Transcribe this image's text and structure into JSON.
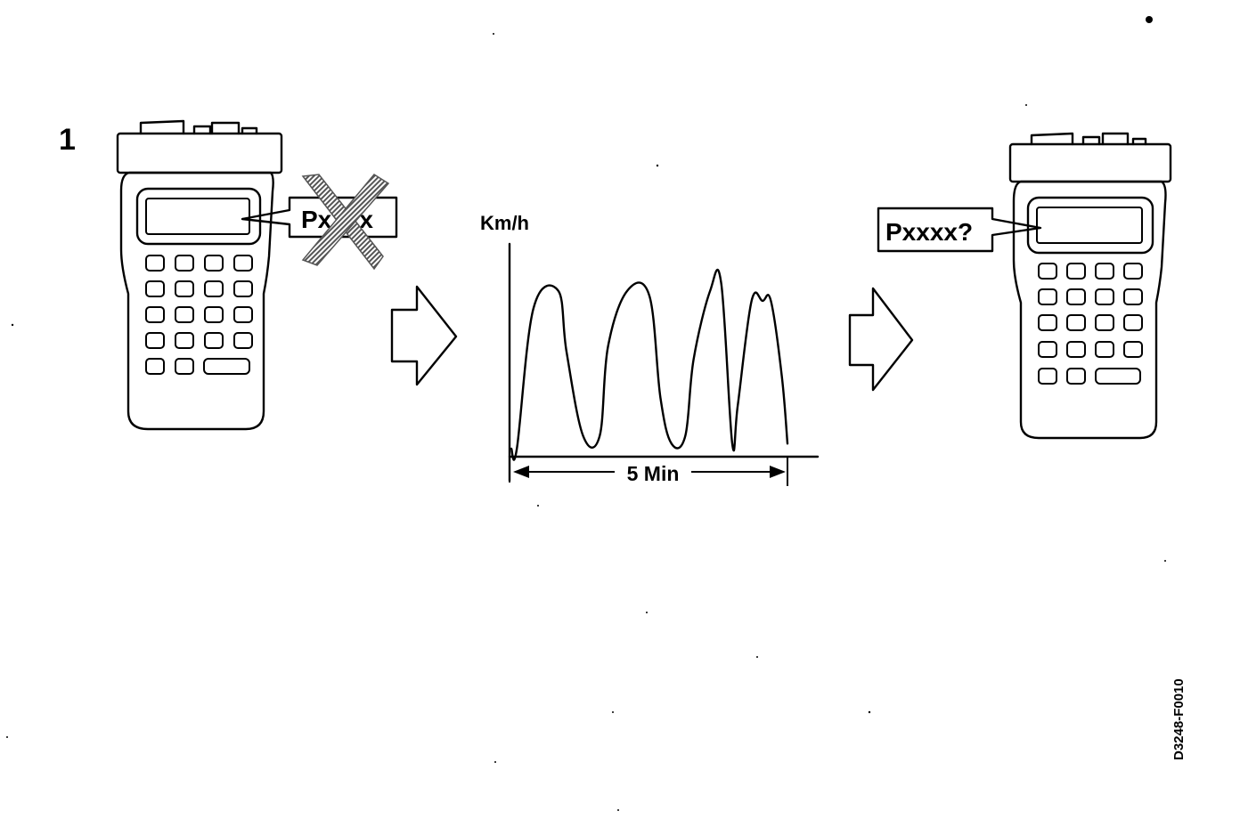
{
  "step_number": "1",
  "before": {
    "code": "Pxxxx",
    "status": "erased"
  },
  "after": {
    "code": "Pxxxx?"
  },
  "chart_data": {
    "type": "line",
    "title": "",
    "ylabel": "Km/h",
    "xlabel": "",
    "duration_label": "5 Min",
    "x": [
      0,
      0.02,
      0.08,
      0.17,
      0.2,
      0.26,
      0.32,
      0.35,
      0.42,
      0.5,
      0.54,
      0.58,
      0.63,
      0.66,
      0.72,
      0.76,
      0.8,
      0.82,
      0.87,
      0.91,
      0.94,
      0.98,
      1.0
    ],
    "values": [
      0,
      0,
      55,
      62,
      38,
      5,
      5,
      40,
      62,
      60,
      20,
      2,
      5,
      35,
      62,
      65,
      2,
      17,
      58,
      58,
      58,
      28,
      2
    ],
    "axes": {
      "y_axis": true,
      "x_axis": true,
      "tick_labels": false
    },
    "grid": false
  },
  "figure_code": "D3248-F0010",
  "colors": {
    "ink": "#000000",
    "background": "#ffffff",
    "hatch": "#7a7a7a"
  }
}
